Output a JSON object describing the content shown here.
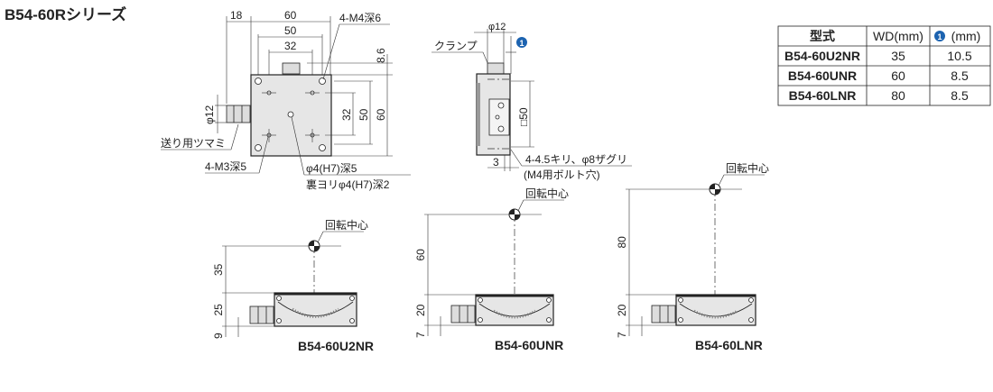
{
  "title": "B54-60Rシリーズ",
  "top_view": {
    "dim_18": "18",
    "dim_60_w": "60",
    "dim_50_w": "50",
    "dim_32_w": "32",
    "dim_8_6": "8.6",
    "dim_32_h": "32",
    "dim_50_h": "50",
    "dim_60_h": "60",
    "dim_phi12": "φ12",
    "label_m4": "4-M4深6",
    "label_knob": "送り用ツマミ",
    "label_m3": "4-M3深5",
    "label_pin": "φ4(H7)深5",
    "label_pin_back": "裏ヨリφ4(H7)深2"
  },
  "side_view": {
    "dim_phi12": "φ12",
    "label_clamp": "クランプ",
    "marker": "1",
    "dim_sq50": "□50",
    "dim_3": "3",
    "label_holes": "4-4.5キリ、φ8ザグリ",
    "label_holes_sub": "(M4用ボルト穴)"
  },
  "table": {
    "headers": [
      "型式",
      "WD(mm)",
      "(mm)"
    ],
    "header_marker": "1",
    "rows": [
      [
        "B54-60U2NR",
        "35",
        "10.5"
      ],
      [
        "B54-60UNR",
        "60",
        "8.5"
      ],
      [
        "B54-60LNR",
        "80",
        "8.5"
      ]
    ]
  },
  "front_views": [
    {
      "model": "B54-60U2NR",
      "wd": "35",
      "height": "25",
      "offset": "9",
      "center_label": "回転中心"
    },
    {
      "model": "B54-60UNR",
      "wd": "60",
      "height": "20",
      "offset": "7",
      "center_label": "回転中心"
    },
    {
      "model": "B54-60LNR",
      "wd": "80",
      "height": "20",
      "offset": "7",
      "center_label": "回転中心"
    }
  ]
}
